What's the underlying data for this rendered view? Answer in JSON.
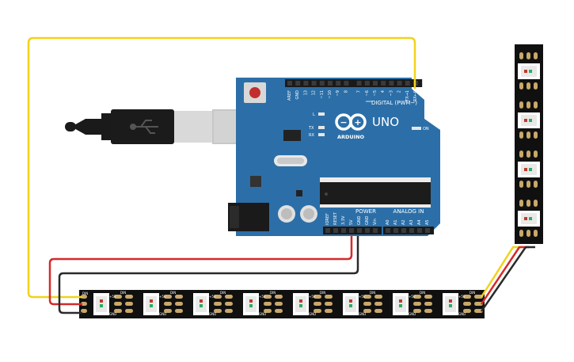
{
  "board": {
    "model": "UNO",
    "brand": "ARDUINO",
    "digital_label": "DIGITAL (PWM~)",
    "digital_pins": [
      "AREF",
      "GND",
      "13",
      "12",
      "~11",
      "~10",
      "~9",
      "8",
      "7",
      "~6",
      "~5",
      "4",
      "~3",
      "2",
      "TX→1",
      "RX←0"
    ],
    "power_label": "POWER",
    "power_pins": [
      "IOREF",
      "RESET",
      "3.3V",
      "5V",
      "GND",
      "GND",
      "Vin"
    ],
    "analog_label": "ANALOG IN",
    "analog_pins": [
      "A0",
      "A1",
      "A2",
      "A3",
      "A4",
      "A5"
    ],
    "led_labels": {
      "l": "L",
      "tx": "TX",
      "rx": "RX",
      "on": "ON"
    }
  },
  "strip": {
    "pad_labels": {
      "din": "DIN",
      "vcc": "+5V",
      "gnd": "GND",
      "dout": "DO"
    }
  },
  "colors": {
    "board": "#2c6fa8",
    "strip": "#101010",
    "wire_signal": "#f2d21b",
    "wire_power": "#d42a2a",
    "wire_ground": "#2a2a2a"
  }
}
